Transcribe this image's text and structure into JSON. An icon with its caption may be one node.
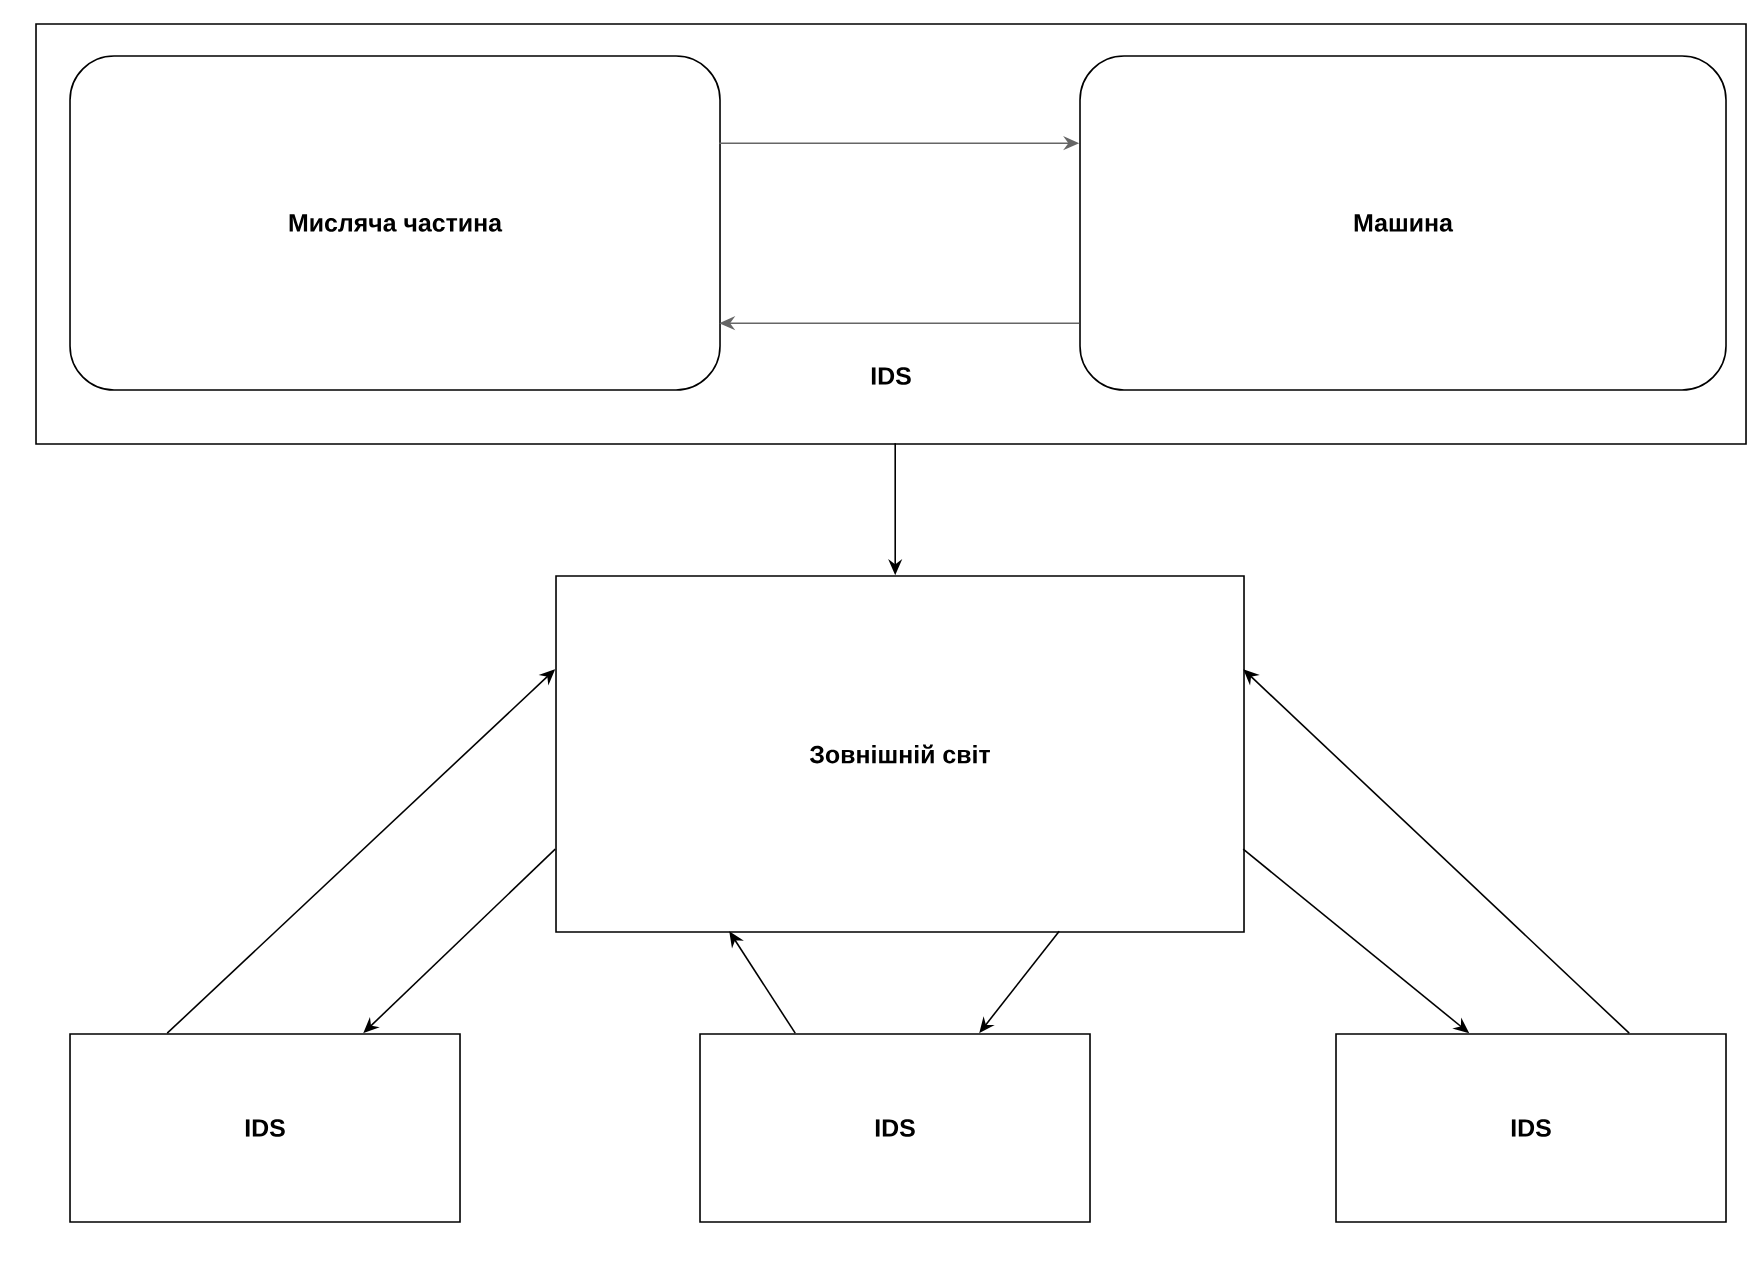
{
  "diagram": {
    "nodes": [
      {
        "text": [
          "IDS"
        ]
      },
      {
        "text": [
          "Мисляча частина"
        ],
        "in": 0
      },
      {
        "text": [
          "Машина"
        ],
        "in": 0
      },
      {
        "text": [
          "Зовнішній світ"
        ]
      },
      {
        "text": [
          "IDS"
        ]
      },
      {
        "text": [
          "IDS"
        ]
      },
      {
        "text": [
          "IDS"
        ]
      }
    ],
    "edges": [
      {
        "from": 1,
        "to": 2,
        "arrow": "to",
        "color": "#666666"
      },
      {
        "from": 2,
        "to": 1,
        "arrow": "to",
        "color": "#666666"
      },
      {
        "from": 0,
        "to": 3,
        "arrow": "to"
      },
      {
        "from": 4,
        "to": 3,
        "arrow": "to"
      },
      {
        "from": 3,
        "to": 4,
        "arrow": "to"
      },
      {
        "from": 5,
        "to": 3,
        "arrow": "to"
      },
      {
        "from": 3,
        "to": 5,
        "arrow": "to"
      },
      {
        "from": 3,
        "to": 6,
        "arrow": "to"
      },
      {
        "from": 6,
        "to": 3,
        "arrow": "to"
      }
    ]
  }
}
